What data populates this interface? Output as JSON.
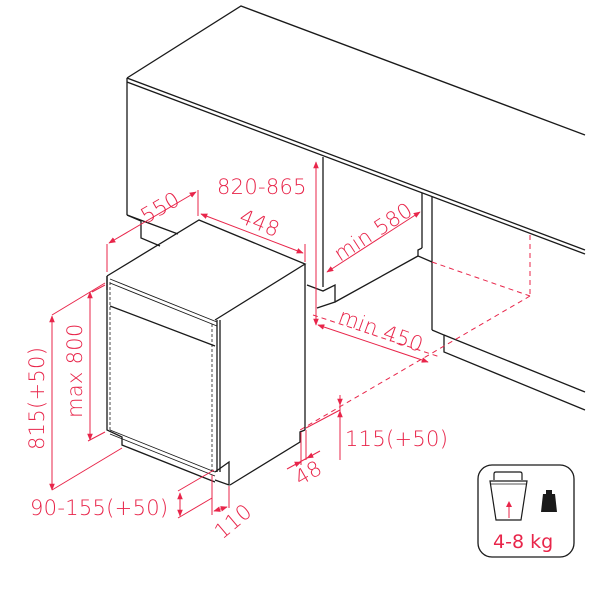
{
  "diagram": {
    "type": "built-in dishwasher installation dimensions (isometric)",
    "units": "mm",
    "accent_color": "#e8254a",
    "line_color": "#1a1a1a"
  },
  "dimensions": {
    "width_niche": "550",
    "top_width": "448",
    "niche_height": "820-865",
    "min_depth": "min 580",
    "min_width": "min 450",
    "panel_height": "max 800",
    "appliance_height": "815(+50)",
    "plinth_height": "90-155(+50)",
    "plinth_depth": "110",
    "foot_offset": "48",
    "rear_height": "115(+50)"
  },
  "badge": {
    "icon": "door-weight-icon",
    "secondary_icon": "weight-icon",
    "label": "4-8 kg"
  }
}
